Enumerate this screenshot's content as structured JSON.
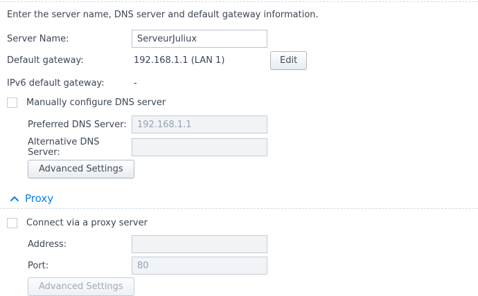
{
  "page": {
    "intro": "Enter the server name, DNS server and default gateway information."
  },
  "general": {
    "server_name": {
      "label": "Server Name:",
      "value": "ServeurJuliux"
    },
    "default_gateway": {
      "label": "Default gateway:",
      "value": "192.168.1.1 (LAN 1)",
      "edit_button": "Edit"
    },
    "ipv6_gateway": {
      "label": "IPv6 default gateway:",
      "value": "-"
    },
    "manual_dns_checkbox": {
      "label": "Manually configure DNS server",
      "checked": false
    },
    "preferred_dns": {
      "label": "Preferred DNS Server:",
      "value": "192.168.1.1",
      "disabled": true
    },
    "alternative_dns": {
      "label": "Alternative DNS Server:",
      "value": "",
      "disabled": true
    },
    "advanced_button": {
      "label": "Advanced Settings",
      "disabled": false
    }
  },
  "proxy": {
    "title": "Proxy",
    "collapse_icon": "chevron-up-icon",
    "connect_checkbox": {
      "label": "Connect via a proxy server",
      "checked": false
    },
    "address": {
      "label": "Address:",
      "value": "",
      "disabled": true
    },
    "port": {
      "label": "Port:",
      "value": "80",
      "disabled": true
    },
    "advanced_button": {
      "label": "Advanced Settings",
      "disabled": true
    }
  },
  "colors": {
    "accent_blue": "#0a7fe0",
    "text": "#3c4553",
    "disabled_text": "#98a1ac",
    "dashed_line": "#ccd9e4"
  }
}
